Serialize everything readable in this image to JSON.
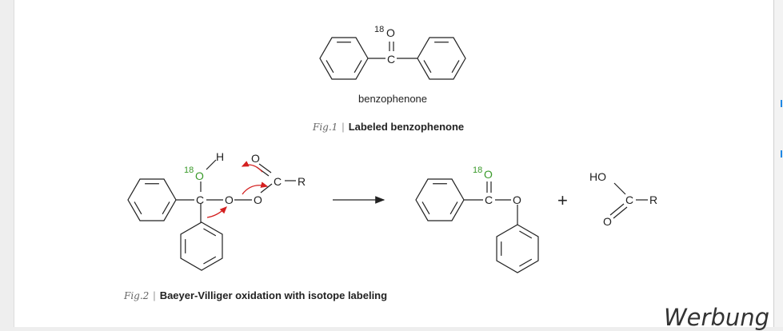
{
  "figure1": {
    "isotope": "18",
    "oxygen": "O",
    "carbon": "C",
    "compound_label": "benzophenone",
    "fig_label": "Fig.1",
    "separator": "|",
    "title": "Labeled benzophenone"
  },
  "figure2": {
    "isotope": "18",
    "atom_O": "O",
    "atom_H": "H",
    "atom_C": "C",
    "atom_R": "R",
    "product_HO": "HO",
    "plus": "+",
    "fig_label": "Fig.2",
    "separator": "|",
    "title": "Baeyer-Villiger oxidation with isotope labeling"
  },
  "ad_label": "Werbung",
  "colors": {
    "isotope_green": "#3a9a2a",
    "arrow_red": "#d42020",
    "bond": "#222222"
  }
}
